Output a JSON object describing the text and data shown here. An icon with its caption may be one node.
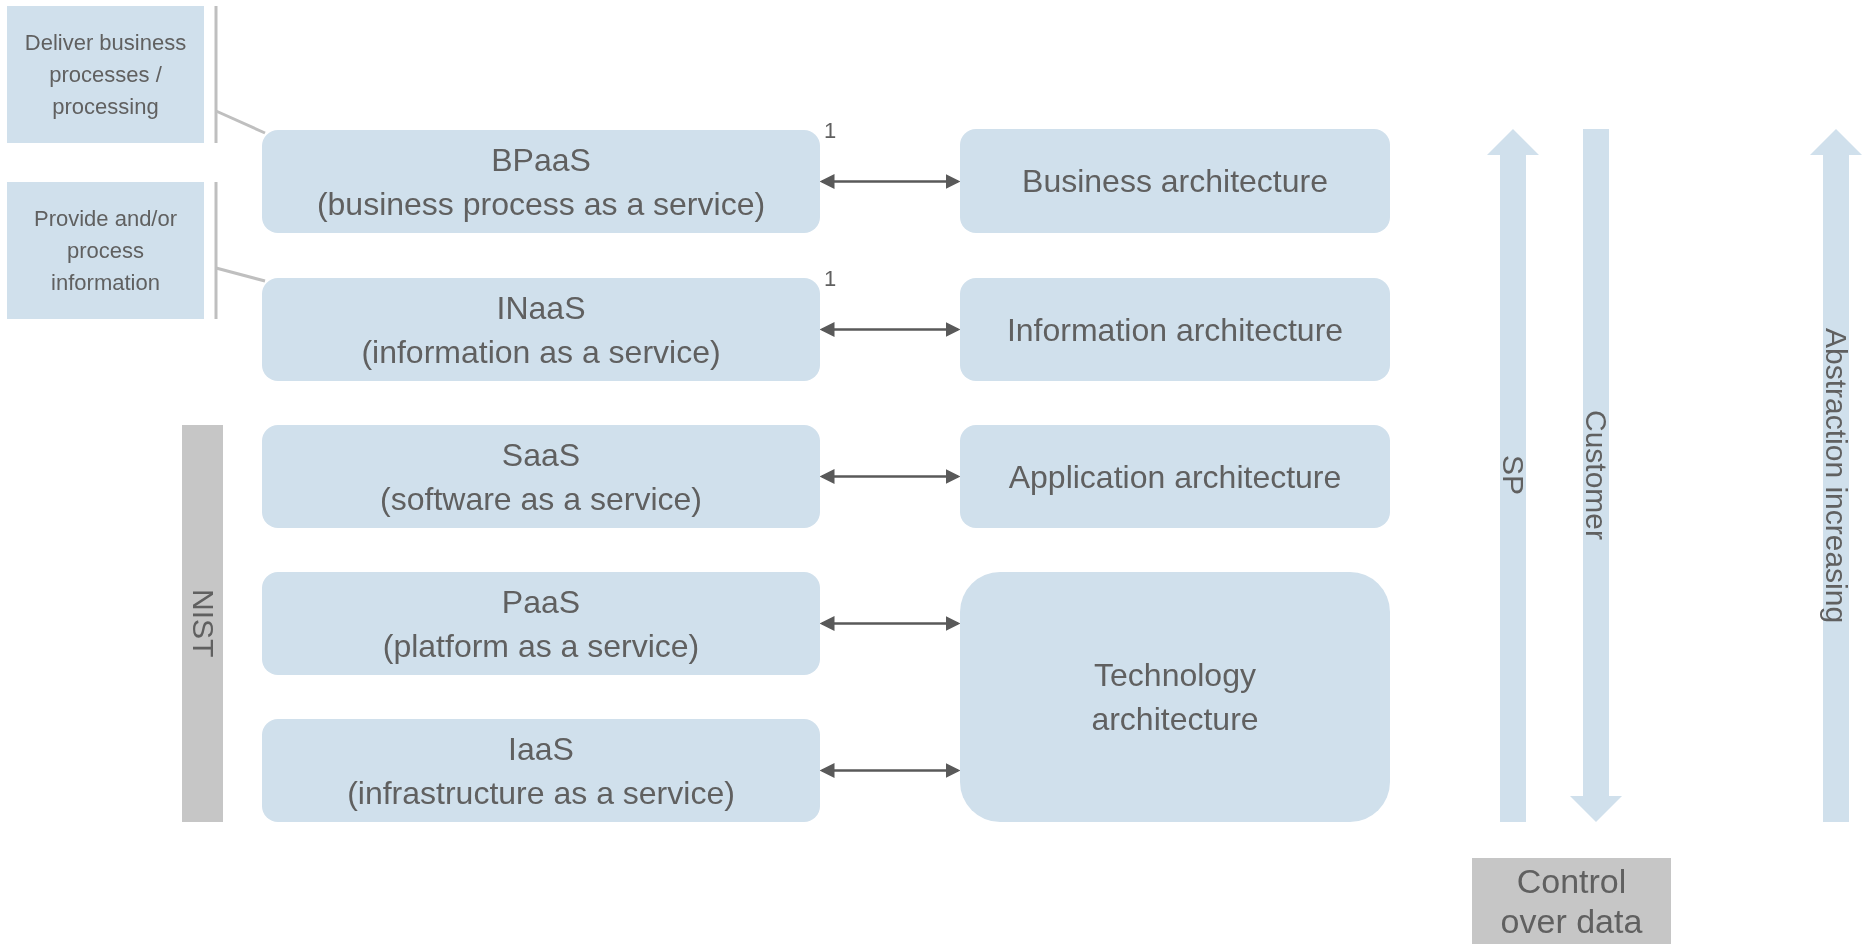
{
  "diagram": {
    "nodes": [
      {
        "text": [
          "Deliver business processes / processing"
        ]
      },
      {
        "text": [
          "Provide and/or process information"
        ]
      },
      {
        "text": [
          "BPaaS",
          "(business process as a service)"
        ],
        "beside": [
          "1"
        ]
      },
      {
        "text": [
          "INaaS",
          "(information as a service)"
        ],
        "beside": [
          "1"
        ]
      },
      {
        "text": [
          "SaaS",
          "(software as a service)"
        ]
      },
      {
        "text": [
          "PaaS",
          "(platform as a service)"
        ]
      },
      {
        "text": [
          "IaaS",
          "(infrastructure as a service)"
        ]
      },
      {
        "text": [
          "Business architecture"
        ]
      },
      {
        "text": [
          "Information architecture"
        ]
      },
      {
        "text": [
          "Application architecture"
        ]
      },
      {
        "text": [
          "Technology architecture"
        ]
      },
      {
        "text": [
          "NIST"
        ]
      },
      {
        "text": [
          "SP"
        ]
      },
      {
        "text": [
          "Customer"
        ]
      },
      {
        "text": [
          "Abstraction increasing"
        ]
      },
      {
        "text": [
          "Control over data"
        ]
      }
    ],
    "edges": [
      {
        "from": 0,
        "to": 2,
        "arrow": "none",
        "color": "#bfbfbf"
      },
      {
        "from": 1,
        "to": 3,
        "arrow": "none",
        "color": "#bfbfbf"
      },
      {
        "from": 2,
        "to": 7,
        "arrow": "both"
      },
      {
        "from": 3,
        "to": 8,
        "arrow": "both"
      },
      {
        "from": 4,
        "to": 9,
        "arrow": "both"
      },
      {
        "from": 5,
        "to": 10,
        "arrow": "both"
      },
      {
        "from": 6,
        "to": 10,
        "arrow": "both"
      }
    ]
  }
}
